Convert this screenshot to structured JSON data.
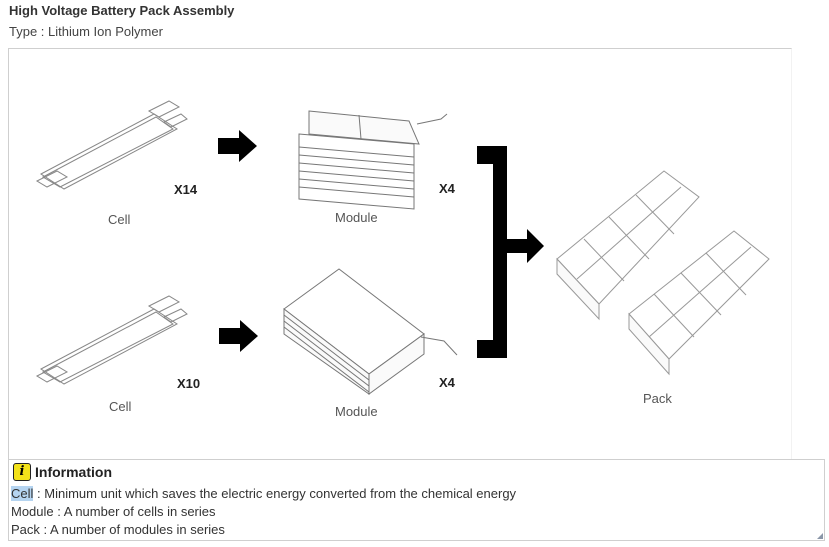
{
  "header": {
    "title": "High Voltage Battery Pack Assembly",
    "subtitle": "Type : Lithium Ion Polymer"
  },
  "figure": {
    "rows": [
      {
        "cell_label": "Cell",
        "cell_multiplier": "X14",
        "module_label": "Module",
        "module_multiplier": "X4"
      },
      {
        "cell_label": "Cell",
        "cell_multiplier": "X10",
        "module_label": "Module",
        "module_multiplier": "X4"
      }
    ],
    "pack_label": "Pack"
  },
  "info": {
    "icon": "info-icon",
    "icon_glyph": "i",
    "title": "Information",
    "lines": [
      {
        "term": "Cell",
        "text": " : Minimum unit which saves the electric energy converted from the chemical energy"
      },
      {
        "term": "Module",
        "text": " : A number of cells in series"
      },
      {
        "term": "Pack",
        "text": " : A number of modules in series"
      }
    ],
    "highlight_color": "#b5d4f0"
  }
}
